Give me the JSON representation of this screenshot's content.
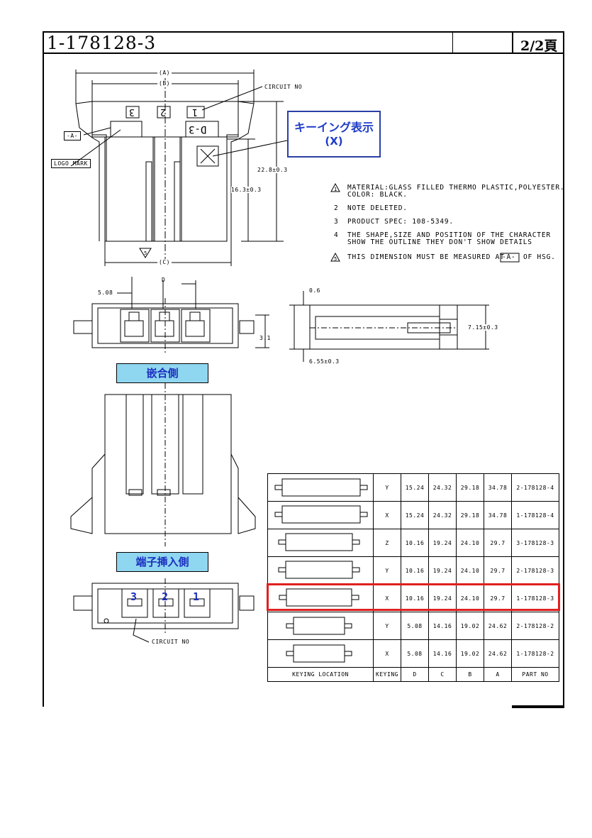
{
  "header": {
    "part_number": "1-178128-3",
    "page": "2/2頁"
  },
  "top_view": {
    "dim_a": "(A)",
    "dim_b": "(B)",
    "dim_c": "(C)",
    "circuit_no": "CIRCUIT NO",
    "logo_mark": "LOGO MARK",
    "datum_a": "-A-",
    "pos3": "3",
    "pos2": "2",
    "pos1": "1",
    "keying_mark": "D-3",
    "keying_x": "X",
    "dim_228": "22.8±0.3",
    "dim_163": "16.3±0.3",
    "note5_symbol": "5"
  },
  "keying_callout": {
    "line1": "キーイング表示",
    "line2": "(X)"
  },
  "notes": [
    {
      "num": "1",
      "text": "MATERIAL:GLASS FILLED THERMO PLASTIC,POLYESTER.",
      "text2": "COLOR: BLACK."
    },
    {
      "num": "2",
      "text": "NOTE DELETED."
    },
    {
      "num": "3",
      "text": "PRODUCT SPEC: 108-5349."
    },
    {
      "num": "4",
      "text": "THE SHAPE,SIZE AND POSITION OF THE CHARACTER",
      "text2": "SHOW THE OUTLINE THEY DON'T SHOW DETAILS"
    },
    {
      "num": "5",
      "text": "THIS DIMENSION MUST BE MEASURED AT",
      "box": "-A-",
      "tail": "OF HSG."
    }
  ],
  "mating_view": {
    "dim_508": "5.08",
    "dim_d": "D",
    "dim_31": "3.1",
    "label": "嵌合側"
  },
  "side_view": {
    "dim_06": "0.6",
    "dim_715": "7.15±0.3",
    "dim_655": "6.55±0.3"
  },
  "insertion_view": {
    "label": "端子挿入側",
    "pos3": "3",
    "pos2": "2",
    "pos1": "1",
    "circuit_no": "CIRCUIT NO"
  },
  "table": {
    "headers": [
      "KEYING LOCATION",
      "KEYING",
      "D",
      "C",
      "B",
      "A",
      "PART NO"
    ],
    "rows": [
      [
        "Y",
        "15.24",
        "24.32",
        "29.18",
        "34.78",
        "2-178128-4"
      ],
      [
        "X",
        "15.24",
        "24.32",
        "29.18",
        "34.78",
        "1-178128-4"
      ],
      [
        "Z",
        "10.16",
        "19.24",
        "24.10",
        "29.7",
        "3-178128-3"
      ],
      [
        "Y",
        "10.16",
        "19.24",
        "24.10",
        "29.7",
        "2-178128-3"
      ],
      [
        "X",
        "10.16",
        "19.24",
        "24.10",
        "29.7",
        "1-178128-3"
      ],
      [
        "Y",
        "5.08",
        "14.16",
        "19.02",
        "24.62",
        "2-178128-2"
      ],
      [
        "X",
        "5.08",
        "14.16",
        "19.02",
        "24.62",
        "1-178128-2"
      ]
    ]
  }
}
